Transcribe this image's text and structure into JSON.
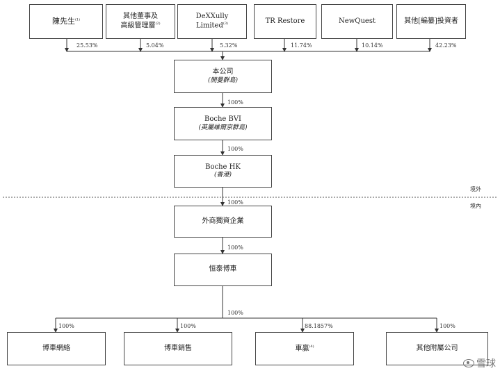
{
  "shareholders": [
    {
      "name": "陳先生",
      "sup": "(1)",
      "pct": "25.53%"
    },
    {
      "name1": "其他董事及",
      "name2": "高級管理層",
      "sup": "(2)",
      "pct": "5.04%"
    },
    {
      "name1": "DeXXully",
      "name2": "Limited",
      "sup": "(3)",
      "pct": "5.32%"
    },
    {
      "name": "TR Restore",
      "pct": "11.74%"
    },
    {
      "name": "NewQuest",
      "pct": "10.14%"
    },
    {
      "name": "其他[編纂]投資者",
      "pct": "42.23%"
    }
  ],
  "chain": [
    {
      "name": "本公司",
      "sub": "(開曼群島)"
    },
    {
      "pct": "100%",
      "name": "Boche BVI",
      "sub": "(英屬維爾京群島)"
    },
    {
      "pct": "100%",
      "name": "Boche HK",
      "sub": "(香港)"
    },
    {
      "pct": "100%",
      "name": "外商獨資企業"
    },
    {
      "pct": "100%",
      "name": "恒泰博車"
    }
  ],
  "split_pct": "100%",
  "regions": {
    "offshore": "境外",
    "onshore": "境內"
  },
  "subsidiaries": [
    {
      "name": "博車網絡",
      "pct": "100%"
    },
    {
      "name": "博車銷售",
      "pct": "100%"
    },
    {
      "name": "車贏",
      "sup": "(4)",
      "pct": "88.1857%"
    },
    {
      "name": "其他附屬公司",
      "pct": "100%"
    }
  ],
  "watermark": "雪球"
}
